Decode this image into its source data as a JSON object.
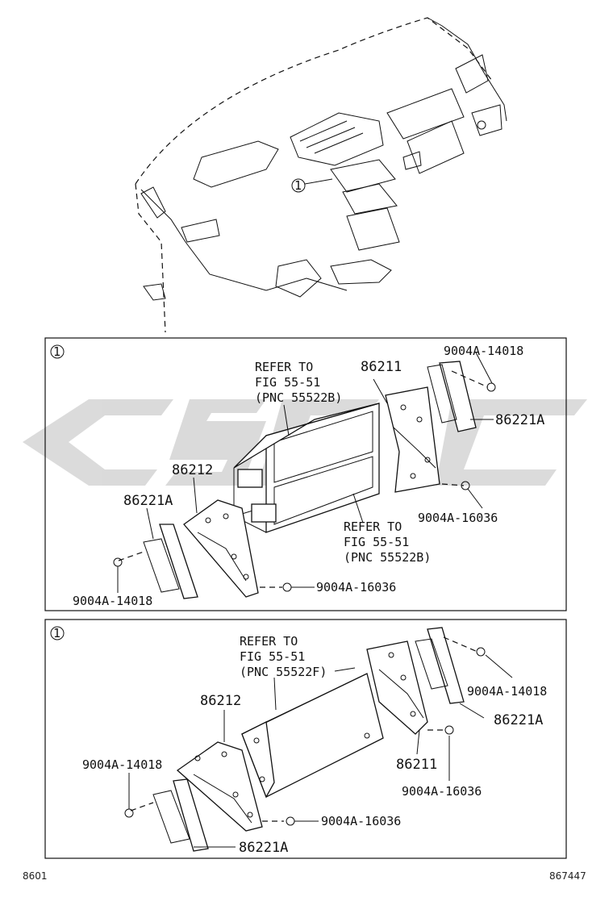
{
  "watermark_text": "CSC",
  "callout_ref": "1",
  "panel1": {
    "callout": "1",
    "refer_top": [
      "REFER TO",
      "FIG 55-51",
      "(PNC 55522B)"
    ],
    "refer_bottom": [
      "REFER TO",
      "FIG 55-51",
      "(PNC 55522B)"
    ],
    "p86211": "86211",
    "p86212": "86212",
    "p86221a_right": "86221A",
    "p86221a_left": "86221A",
    "p14018_top": "9004A-14018",
    "p14018_bottom": "9004A-14018",
    "p16036_right": "9004A-16036",
    "p16036_bottom": "9004A-16036"
  },
  "panel2": {
    "callout": "1",
    "refer": [
      "REFER TO",
      "FIG 55-51",
      "(PNC 55522F)"
    ],
    "p86212": "86212",
    "p86211": "86211",
    "p86221a_right": "86221A",
    "p86221a_bottom": "86221A",
    "p14018_right": "9004A-14018",
    "p14018_left": "9004A-14018",
    "p16036_right": "9004A-16036",
    "p16036_bottom": "9004A-16036"
  },
  "footer": {
    "left": "8601",
    "right": "867447"
  },
  "colors": {
    "watermark": "#c8c8c8",
    "ink": "#111111"
  }
}
